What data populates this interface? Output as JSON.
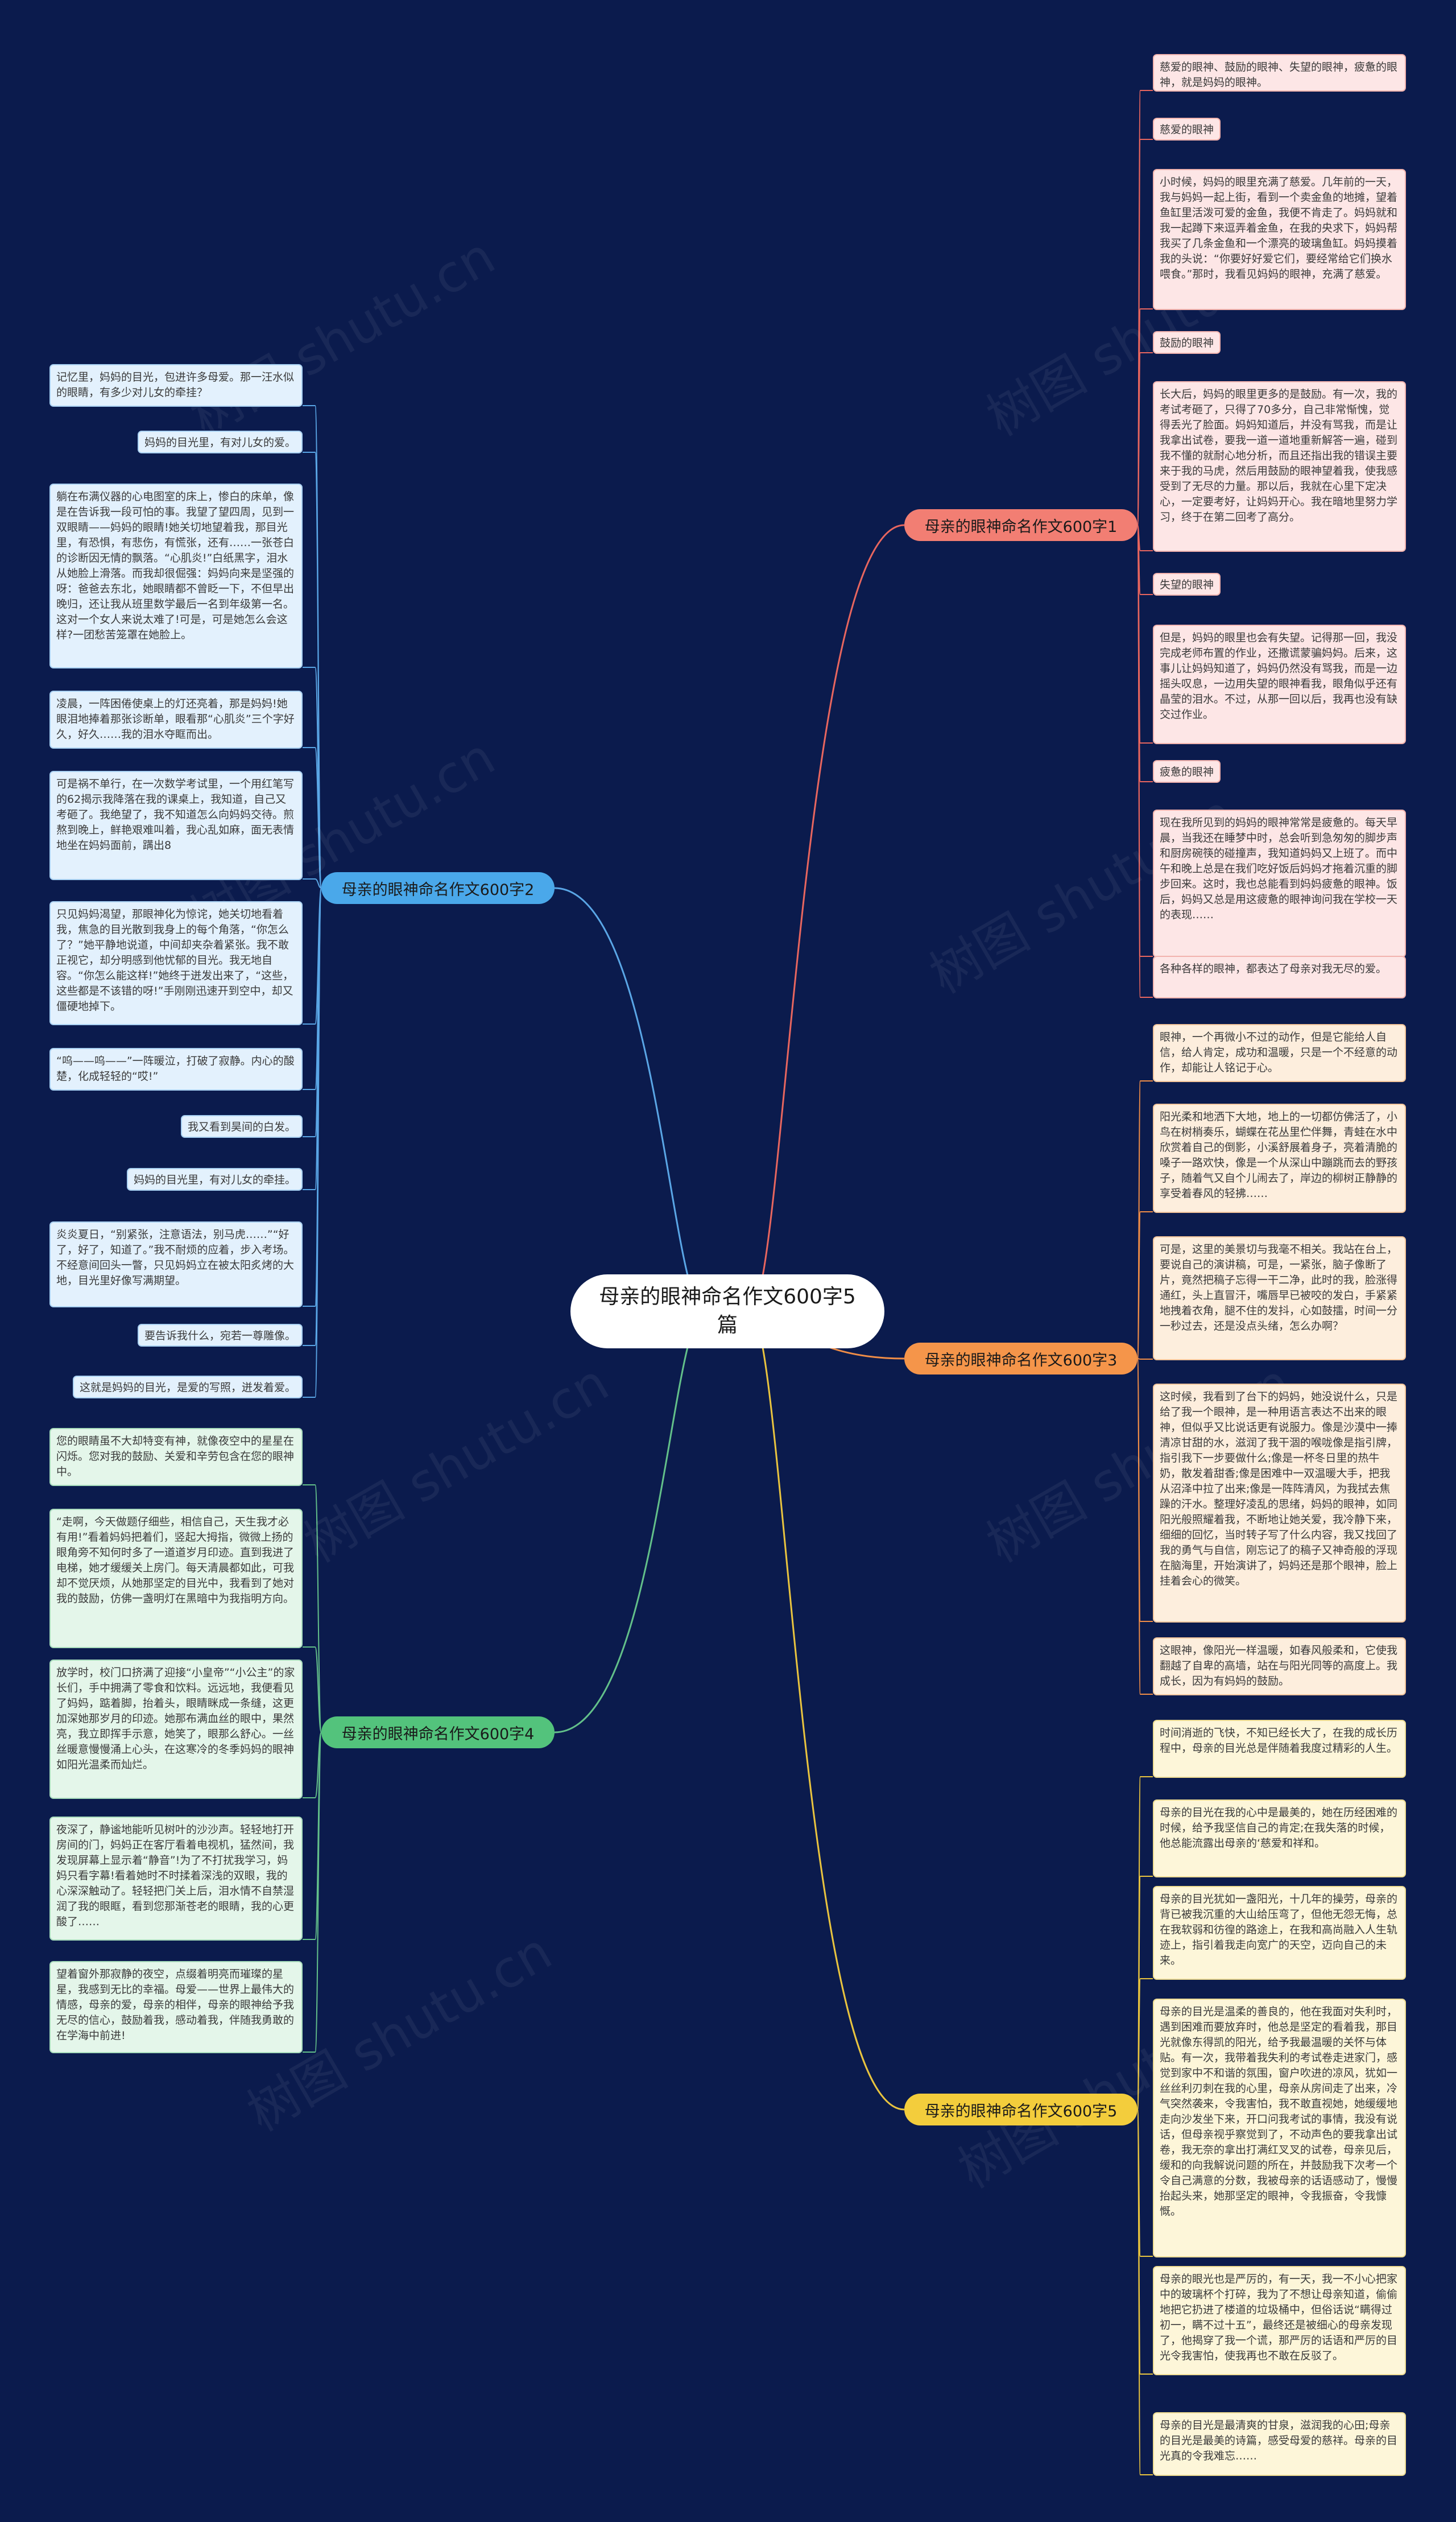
{
  "root": {
    "title": "母亲的眼神命名作文600字5篇"
  },
  "watermark": "树图 shutu.cn",
  "colors": {
    "background": "#0b1b4d",
    "b1": {
      "line": "#e8665f",
      "pill": "#f27e73",
      "leaf_bg": "#fde6e6",
      "leaf_border": "#f2b3ae"
    },
    "b2": {
      "line": "#5aa6e6",
      "pill": "#4aa8ea",
      "leaf_bg": "#e3f1fd",
      "leaf_border": "#a9d1f2"
    },
    "b3": {
      "line": "#f08d47",
      "pill": "#f5954a",
      "leaf_bg": "#fdeedd",
      "leaf_border": "#f3c59b"
    },
    "b4": {
      "line": "#63c08a",
      "pill": "#53c37c",
      "leaf_bg": "#e4f6ea",
      "leaf_border": "#a8dcbc"
    },
    "b5": {
      "line": "#e9c43f",
      "pill": "#f3cd3c",
      "leaf_bg": "#fdf6d9",
      "leaf_border": "#eedc92"
    }
  },
  "branches": [
    {
      "id": "b1",
      "label": "母亲的眼神命名作文600字1",
      "side": "right",
      "leaves": [
        "慈爱的眼神、鼓励的眼神、失望的眼神，疲惫的眼神，就是妈妈的眼神。",
        "慈爱的眼神",
        "小时候，妈妈的眼里充满了慈爱。几年前的一天，我与妈妈一起上街，看到一个卖金鱼的地摊，望着鱼缸里活泼可爱的金鱼，我便不肯走了。妈妈就和我一起蹲下来逗弄着金鱼，在我的央求下，妈妈帮我买了几条金鱼和一个漂亮的玻璃鱼缸。妈妈摸着我的头说：“你要好好爱它们，要经常给它们换水喂食。”那时，我看见妈妈的眼神，充满了慈爱。",
        "鼓励的眼神",
        "长大后，妈妈的眼里更多的是鼓励。有一次，我的考试考砸了，只得了70多分，自己非常惭愧，觉得丢光了脸面。妈妈知道后，并没有骂我，而是让我拿出试卷，要我一道一道地重新解答一遍，碰到我不懂的就耐心地分析，而且还指出我的错误主要来于我的马虎，然后用鼓励的眼神望着我，使我感受到了无尽的力量。那以后，我就在心里下定决心，一定要考好，让妈妈开心。我在暗地里努力学习，终于在第二回考了高分。",
        "失望的眼神",
        "但是，妈妈的眼里也会有失望。记得那一回，我没完成老师布置的作业，还撒谎蒙骗妈妈。后来，这事儿让妈妈知道了，妈妈仍然没有骂我，而是一边摇头叹息，一边用失望的眼神看我，眼角似乎还有晶莹的泪水。不过，从那一回以后，我再也没有缺交过作业。",
        "疲惫的眼神",
        "现在我所见到的妈妈的眼神常常是疲惫的。每天早晨，当我还在睡梦中时，总会听到急匆匆的脚步声和厨房碗筷的碰撞声，我知道妈妈又上班了。而中午和晚上总是在我们吃好饭后妈妈才拖着沉重的脚步回来。这时，我也总能看到妈妈疲惫的眼神。饭后，妈妈又总是用这疲惫的眼神询问我在学校一天的表现……",
        "各种各样的眼神，都表达了母亲对我无尽的爱。"
      ]
    },
    {
      "id": "b2",
      "label": "母亲的眼神命名作文600字2",
      "side": "left",
      "leaves": [
        "记忆里，妈妈的目光，包进许多母爱。那一汪水似的眼睛，有多少对儿女的牵挂？",
        "妈妈的目光里，有对儿女的爱。",
        "躺在布满仪器的心电图室的床上，惨白的床单，像是在告诉我一段可怕的事。我望了望四周，见到一双眼睛——妈妈的眼睛!她关切地望着我，那目光里，有恐惧，有悲伤，有慌张，还有……一张苍白的诊断因无情的飘落。“心肌炎!”白纸黑字，泪水从她脸上滑落。而我却很倔强：妈妈向来是坚强的呀：爸爸去东北，她眼睛都不曾眨一下，不但早出晚归，还让我从班里数学最后一名到年级第一名。这对一个女人来说太难了!可是，可是她怎么会这样?一团愁苦笼罩在她脸上。",
        "凌晨，一阵困倦使桌上的灯还亮着，那是妈妈!她眼泪地捧着那张诊断单，眼看那“心肌炎”三个字好久，好久……我的泪水夺眶而出。",
        "可是祸不单行，在一次数学考试里，一个用红笔写的62揭示我降落在我的课桌上，我知道，自己又考砸了。我绝望了，我不知道怎么向妈妈交待。煎熬到晚上，鲜艳艰难叫着，我心乱如麻，面无表情地坐在妈妈面前，蹒出8",
        "只见妈妈渴望，那眼神化为惊诧，她关切地看着我，焦急的目光散到我身上的每个角落，“你怎么了？”她平静地说道，中间却夹杂着紧张。我不敢正视它，却分明感到他忧郁的目光。我无地自容。“你怎么能这样!”她终于迸发出来了，“这些，这些都是不该错的呀!”手刚刚迅速开到空中，却又僵硬地掉下。",
        "“呜——呜——”一阵暖泣，打破了寂静。内心的酸楚，化成轻轻的“哎!”",
        "我又看到昊间的白发。",
        "妈妈的目光里，有对儿女的牵挂。",
        "炎炎夏日，“别紧张，注意语法，别马虎……”“好了，好了，知道了。”我不耐烦的应着，步入考场。不经意间回头一瞥，只见妈妈立在被太阳炙烤的大地，目光里好像写满期望。",
        "要告诉我什么，宛若一尊雕像。",
        "这就是妈妈的目光，是爱的写照，迸发着爱。"
      ]
    },
    {
      "id": "b3",
      "label": "母亲的眼神命名作文600字3",
      "side": "right",
      "leaves": [
        "眼神，一个再微小不过的动作，但是它能给人自信，给人肯定，成功和温暖，只是一个不经意的动作，却能让人铭记于心。",
        "阳光柔和地洒下大地，地上的一切都仿佛活了，小鸟在树梢奏乐，蝴蝶在花丛里伫伴舞，青蛙在水中欣赏着自己的倒影，小溪舒展着身子，亮着清脆的嗓子一路欢快，像是一个从深山中蹦跳而去的野孩子，随着气又自个儿闹去了，岸边的柳树正静静的享受着春风的轻拂……",
        "可是，这里的美景切与我毫不相关。我站在台上，要说自己的演讲稿，可是，一紧张，脑子像断了片，竟然把稿子忘得一干二净，此时的我，脸涨得通红，头上直冒汗，嘴唇早已被咬的发白，手紧紧地拽着衣角，腿不住的发抖，心如鼓擂，时间一分一秒过去，还是没点头绪，怎么办啊？",
        "这时候，我看到了台下的妈妈，她没说什么，只是给了我一个眼神，是一种用语言表达不出来的眼神，但似乎又比说话更有说服力。像是沙漠中一捧清凉甘甜的水，滋润了我干涸的喉咙像是指引牌，指引我下一步要做什么;像是一杯冬日里的热牛奶，散发着甜香;像是困难中一双温暖大手，把我从沼泽中拉了出来;像是一阵阵清风，为我拭去焦躁的汗水。整理好凌乱的思绪，妈妈的眼神，如同阳光般照耀着我，不断地让她关爱，我冷静下来，细细的回忆，当时转子写了什么内容，我又找回了我的勇气与自信，刚忘记了的稿子又神奇般的浮现在脑海里，开始演讲了，妈妈还是那个眼神，脸上挂着会心的微笑。",
        "这眼神，像阳光一样温暖，如春风般柔和，它使我翻越了自卑的高墙，站在与阳光同等的高度上。我成长，因为有妈妈的鼓励。"
      ]
    },
    {
      "id": "b4",
      "label": "母亲的眼神命名作文600字4",
      "side": "left",
      "leaves": [
        "您的眼睛虽不大却特变有神，就像夜空中的星星在闪烁。您对我的鼓励、关爱和辛劳包含在您的眼神中。",
        "“走啊，今天做题仔细些，相信自己，天生我才必有用!”看着妈妈把着们，竖起大拇指，微微上扬的眼角旁不知何时多了一道道岁月印迹。直到我进了电梯，她才缓缓关上房门。每天清晨都如此，可我却不觉厌烦，从她那坚定的目光中，我看到了她对我的鼓励，仿佛一盏明灯在黑暗中为我指明方向。",
        "放学时，校门口挤满了迎接“小皇帝”“小公主”的家长们，手中拥满了零食和饮料。远远地，我便看见了妈妈，踮着脚，抬着头，眼睛眯成一条缝，这更加深她那岁月的印迹。她那布满血丝的眼中，果然亮，我立即挥手示意，她笑了，眼那么舒心。一丝丝暖意慢慢涌上心头，在这寒冷的冬季妈妈的眼神如阳光温柔而灿烂。",
        "夜深了，静谧地能听见树叶的沙沙声。轻轻地打开房间的门，妈妈正在客厅看着电视机，猛然间，我发现屏幕上显示着“静音”!为了不打扰我学习，妈妈只看字幕!看着她时不时揉着深浅的双眼，我的心深深触动了。轻轻把门关上后，泪水情不自禁湿润了我的眼眶，看到您那渐苍老的眼睛，我的心更酸了……",
        "望着窗外那寂静的夜空，点缀着明亮而璀璨的星星，我感到无比的幸福。母爱——世界上最伟大的情感，母亲的爱，母亲的相伴，母亲的眼神给予我无尽的信心，鼓励着我，感动着我，伴随我勇敢的在学海中前进!"
      ]
    },
    {
      "id": "b5",
      "label": "母亲的眼神命名作文600字5",
      "side": "right",
      "leaves": [
        "时间消逝的飞快，不知已经长大了，在我的成长历程中，母亲的目光总是伴随着我度过精彩的人生。",
        "母亲的目光在我的心中是最美的，她在历经困难的时候，给予我坚信自己的肯定;在我失落的时候，他总能流露出母亲的‘慈爱和祥和。",
        "母亲的目光犹如一盏阳光，十几年的操劳，母亲的背已被我沉重的大山给压弯了，但他无怨无悔，总在我软弱和彷徨的路途上，在我和高尚融入人生轨迹上，指引着我走向宽广的天空，迈向自己的未来。",
        "母亲的目光是温柔的善良的，他在我面对失利时，遇到困难而要放弃时，他总是坚定的看着我，那目光就像东得凯的阳光，给予我最温暖的关怀与体贴。有一次，我带着我失利的考试卷走进家门，感觉到家中不和谐的氛围，窗户吹进的凉风，犹如一丝丝利刃刺在我的心里，母亲从房间走了出来，冷气突然袭来，令我害怕，我不敢直视她，她缓缓地走向沙发坐下来，开口问我考试的事情，我没有说话，但母亲视乎察觉到了，不动声色的要我拿出试卷，我无奈的拿出打满红叉叉的试卷，母亲见后，缓和的向我解说问题的所在，并鼓励我下次考一个令自己满意的分数，我被母亲的话语感动了，慢慢抬起头来，她那坚定的眼神，令我振奋，令我慷慨。",
        "母亲的眼光也是严厉的，有一天，我一不小心把家中的玻璃杯个打碎，我为了不想让母亲知道，偷偷地把它扔进了楼道的垃圾桶中，但俗话说“瞒得过初一，瞒不过十五”，最终还是被细心的母亲发现了，他揭穿了我一个谎，那严厉的话语和严厉的目光令我害怕，使我再也不敢在反驳了。",
        "母亲的目光是最清爽的甘泉，滋润我的心田;母亲的目光是最美的诗篇，感受母爱的慈祥。母亲的目光真的令我难忘……"
      ]
    }
  ]
}
